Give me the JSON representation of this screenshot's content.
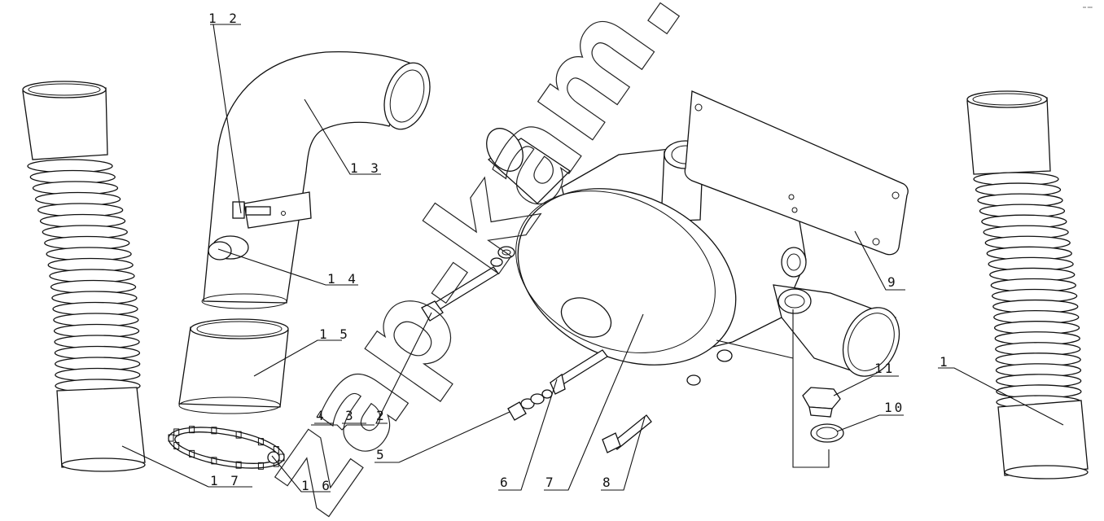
{
  "watermark": "zap-kam.ru",
  "corner_mark": "⁰⁰ ⁰⁰⁰",
  "callouts": [
    {
      "id": "1",
      "label": "1"
    },
    {
      "id": "2",
      "label": "2"
    },
    {
      "id": "3",
      "label": "3"
    },
    {
      "id": "4",
      "label": "4"
    },
    {
      "id": "5",
      "label": "5"
    },
    {
      "id": "6",
      "label": "6"
    },
    {
      "id": "7",
      "label": "7"
    },
    {
      "id": "8",
      "label": "8"
    },
    {
      "id": "9",
      "label": "9"
    },
    {
      "id": "10",
      "label": "10"
    },
    {
      "id": "11",
      "label": "11"
    },
    {
      "id": "12",
      "label": "1 2"
    },
    {
      "id": "13",
      "label": "1 3"
    },
    {
      "id": "14",
      "label": "1 4"
    },
    {
      "id": "15",
      "label": "1 5"
    },
    {
      "id": "16",
      "label": "1 6"
    },
    {
      "id": "17",
      "label": "1 7"
    }
  ]
}
